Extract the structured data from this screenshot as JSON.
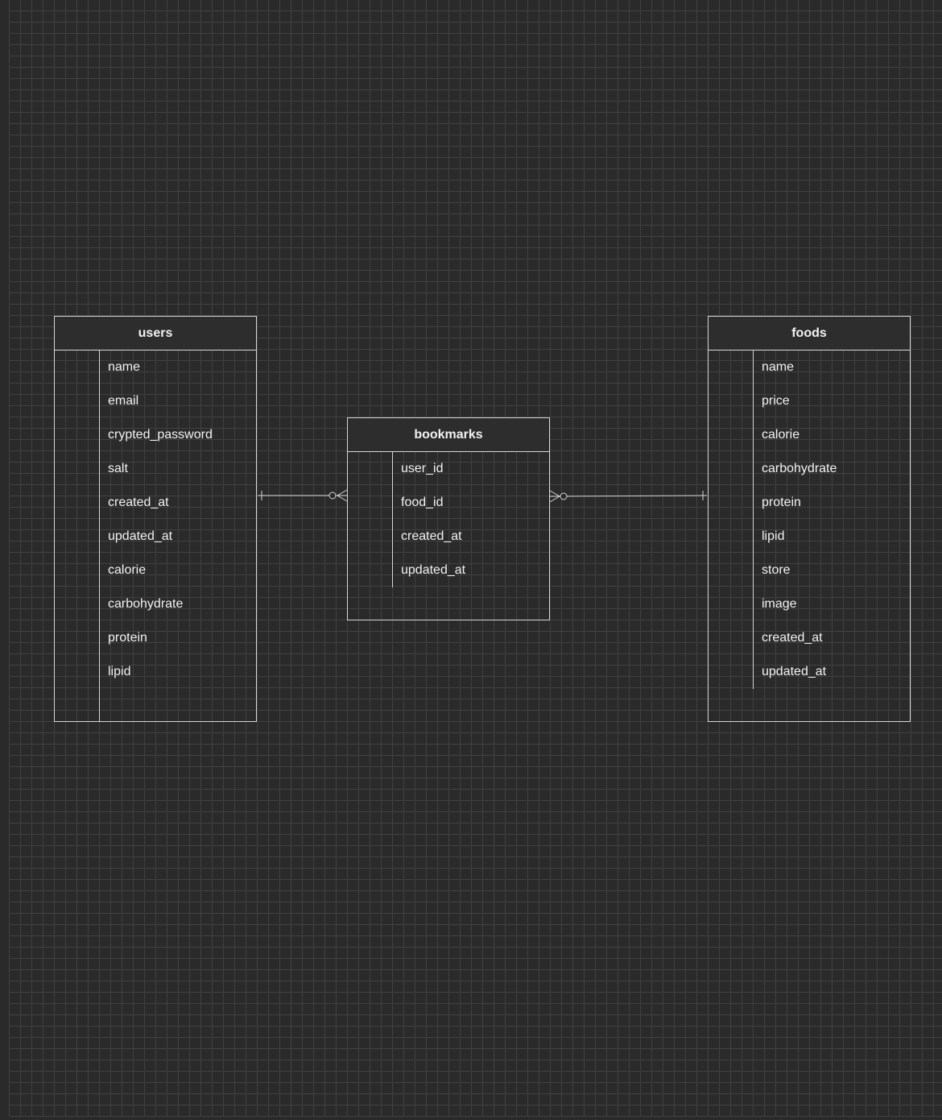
{
  "entities": {
    "users": {
      "title": "users",
      "fields": [
        "name",
        "email",
        "crypted_password",
        "salt",
        "created_at",
        "updated_at",
        "calorie",
        "carbohydrate",
        "protein",
        "lipid"
      ]
    },
    "bookmarks": {
      "title": "bookmarks",
      "fields": [
        "user_id",
        "food_id",
        "created_at",
        "updated_at"
      ]
    },
    "foods": {
      "title": "foods",
      "fields": [
        "name",
        "price",
        "calorie",
        "carbohydrate",
        "protein",
        "lipid",
        "store",
        "image",
        "created_at",
        "updated_at"
      ]
    }
  },
  "relationships": [
    {
      "from": "users",
      "to": "bookmarks",
      "from_cardinality": "one",
      "to_cardinality": "zero-or-many"
    },
    {
      "from": "bookmarks",
      "to": "foods",
      "from_cardinality": "zero-or-many",
      "to_cardinality": "one"
    }
  ],
  "colors": {
    "background": "#2a2a2a",
    "grid": "#414141",
    "stroke": "#d6d6d6",
    "text": "#f2f2f2"
  }
}
